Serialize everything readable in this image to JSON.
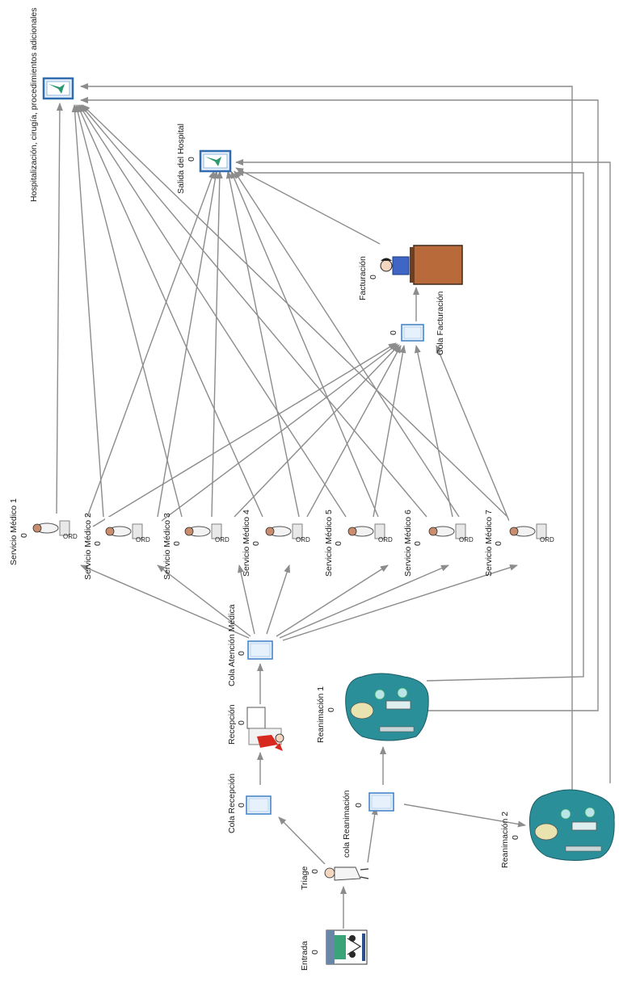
{
  "nodes": {
    "hospitalizacion": {
      "label": "Hospitalización, cirugía, procedimientos adicionales",
      "count": "0",
      "icon": "exit-sink-icon"
    },
    "salida": {
      "label": "Salida del Hospital",
      "count": "0",
      "icon": "exit-sink-icon"
    },
    "facturacion": {
      "label": "Facturación",
      "count": "0",
      "icon": "cashier-desk-icon"
    },
    "cola_facturacion": {
      "label": "Cola Facturación",
      "count": "0",
      "icon": "queue-icon"
    },
    "servicio_1": {
      "label": "Servicio Médico 1",
      "count": "0",
      "icon": "doctor-icon"
    },
    "servicio_2": {
      "label": "Servicio Médico 2",
      "count": "0",
      "icon": "doctor-icon"
    },
    "servicio_3": {
      "label": "Servicio Médico 3",
      "count": "0",
      "icon": "doctor-icon"
    },
    "servicio_4": {
      "label": "Servicio Médico 4",
      "count": "0",
      "icon": "doctor-icon"
    },
    "servicio_5": {
      "label": "Servicio Médico 5",
      "count": "0",
      "icon": "doctor-icon"
    },
    "servicio_6": {
      "label": "Servicio Médico 6",
      "count": "0",
      "icon": "doctor-icon"
    },
    "servicio_7": {
      "label": "Servicio Médico 7",
      "count": "0",
      "icon": "doctor-icon"
    },
    "cola_atencion": {
      "label": "Cola Atención Médica",
      "count": "0",
      "icon": "queue-icon"
    },
    "recepcion": {
      "label": "Recepción",
      "count": "0",
      "icon": "receptionist-icon"
    },
    "cola_recepcion": {
      "label": "Cola Recepción",
      "count": "0",
      "icon": "queue-icon"
    },
    "reanimacion_1": {
      "label": "Reanimación 1",
      "count": "0",
      "icon": "operating-room-icon"
    },
    "reanimacion_2": {
      "label": "Reanimación 2",
      "count": "0",
      "icon": "operating-room-icon"
    },
    "cola_reanimacion": {
      "label": "cola Reanimación",
      "count": "0",
      "icon": "queue-icon"
    },
    "triage": {
      "label": "Triage",
      "count": "0",
      "icon": "nurse-icon"
    },
    "entrada": {
      "label": "Entrada",
      "count": "0",
      "icon": "arrivals-icon"
    }
  },
  "colors": {
    "connector": "#8c8c8c",
    "queue_fill": "#e6f1fb",
    "queue_border": "#4a86c8",
    "sink_border": "#2f6db0",
    "sink_arrow": "#2c9a6e",
    "desk": "#b86a3a",
    "room": "#2b8f99"
  }
}
